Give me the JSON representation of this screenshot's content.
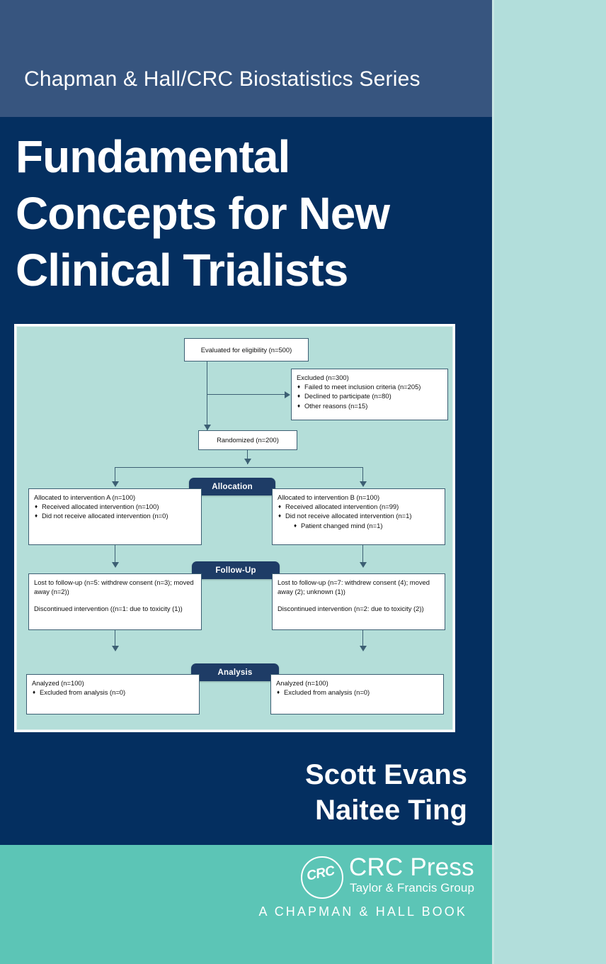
{
  "cover": {
    "series_title": "Chapman & Hall/CRC Biostatistics Series",
    "title_lines": [
      "Fundamental",
      "Concepts for New",
      "Clinical Trialists"
    ],
    "authors": [
      "Scott Evans",
      "Naitee Ting"
    ],
    "publisher": {
      "seal_text": "CRC",
      "name": "CRC Press",
      "subtitle": "Taylor & Francis Group",
      "imprint_line": "A CHAPMAN & HALL BOOK"
    },
    "colors": {
      "series_band": "#37557f",
      "main_band": "#042f60",
      "publisher_band": "#5cc5b6",
      "page_edge": "#b2dedb",
      "diagram_background": "#b4ded9",
      "stage_label": "#1e3c66",
      "box_border": "#3c5f73"
    }
  },
  "diagram": {
    "name": "consort-flow-diagram",
    "stage_labels": {
      "allocation": "Allocation",
      "followup": "Follow-Up",
      "analysis": "Analysis"
    },
    "enrollment": {
      "evaluated": "Evaluated for eligibility (n=500)",
      "excluded_header": "Excluded (n=300)",
      "excluded_items": [
        "Failed to meet inclusion criteria (n=205)",
        "Declined to participate (n=80)",
        "Other reasons (n=15)"
      ],
      "randomized": "Randomized (n=200)"
    },
    "allocation_left": {
      "header": "Allocated to intervention A (n=100)",
      "items": [
        "Received allocated intervention (n=100)",
        "Did not receive allocated intervention (n=0)"
      ],
      "subitems": []
    },
    "allocation_right": {
      "header": "Allocated to intervention B (n=100)",
      "items": [
        "Received allocated intervention (n=99)",
        "Did not receive allocated intervention (n=1)"
      ],
      "subitems": [
        "Patient changed mind (n=1)"
      ]
    },
    "followup_left": {
      "line1": "Lost to follow-up (n=5: withdrew consent (n=3); moved away (n=2))",
      "line2": "Discontinued intervention ((n=1: due to toxicity (1))"
    },
    "followup_right": {
      "line1": "Lost to follow-up (n=7: withdrew consent (4); moved away (2); unknown (1))",
      "line2": "Discontinued intervention (n=2: due to toxicity (2))"
    },
    "analysis_left": {
      "header": "Analyzed (n=100)",
      "items": [
        "Excluded from analysis (n=0)"
      ]
    },
    "analysis_right": {
      "header": "Analyzed (n=100)",
      "items": [
        "Excluded from analysis (n=0)"
      ]
    }
  }
}
